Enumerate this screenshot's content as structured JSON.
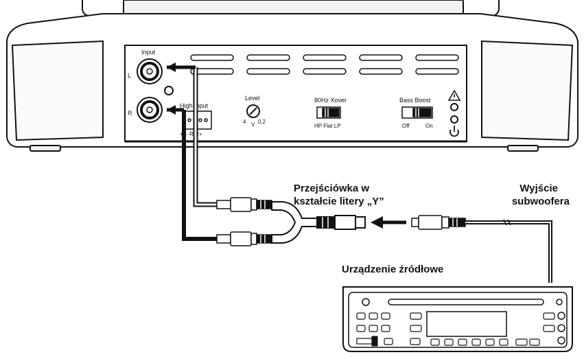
{
  "amp_panel": {
    "input_title": "Input",
    "channel_left": "L",
    "channel_right": "R",
    "high_input": "High Input",
    "high_input_pins": "+L- R  R+",
    "level_title": "Level",
    "level_min": "4",
    "level_mid": "V",
    "level_max": "0,2",
    "xover_title": "80Hz Xover",
    "xover_options": "HP  Flat  LP",
    "bass_boost_title": "Bass Boost",
    "bass_boost_off": "Off",
    "bass_boost_on": "On"
  },
  "labels": {
    "y_adapter_line1": "Przejściówka w",
    "y_adapter_line2": "kształcie litery „Y”",
    "sub_out_line1": "Wyjście",
    "sub_out_line2": "subwoofera",
    "source_unit": "Urządzenie źródłowe"
  },
  "icons": [
    "warning-icon",
    "power-icon",
    "status-led-icon",
    "arrow-left-icon"
  ]
}
